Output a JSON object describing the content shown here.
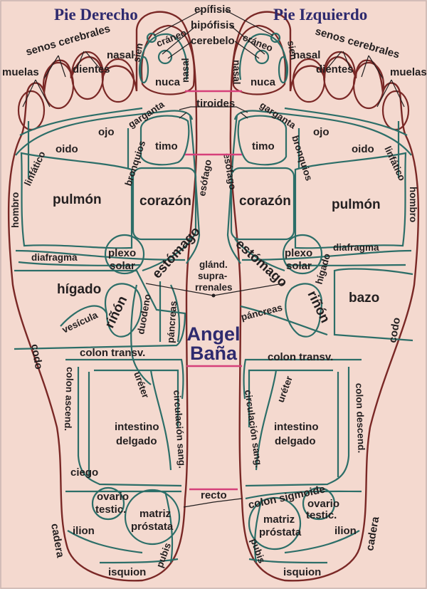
{
  "titles": {
    "right_foot": "Pie Derecho",
    "left_foot": "Pie Izquierdo"
  },
  "author": {
    "line1": "Angel",
    "line2": "Baña"
  },
  "colors": {
    "background": "#f4d9cf",
    "foot_outline": "#7a2826",
    "zones": "#2c6e68",
    "title": "#2e2a6e",
    "marker": "#d6407a",
    "text": "#231f20"
  },
  "center_labels": {
    "epifisis": "epífisis",
    "hipofisis": "hipófisis",
    "cerebelo": "cerebelo",
    "tiroides": "tiroides",
    "glandulas": [
      "glánd.",
      "supra-",
      "rrenales"
    ],
    "recto": "recto"
  },
  "right": {
    "senos": "senos cerebrales",
    "muelas": "muelas",
    "nasal_toe": "nasal",
    "dientes": "dientes",
    "sien": "sien",
    "craneo": "cráneo",
    "nuca": "nuca",
    "nasal_side": "nasal",
    "garganta": "garganta",
    "ojo": "ojo",
    "oido": "oido",
    "linfatico": "linfático",
    "bronquios": "bronquios",
    "timo": "timo",
    "esofago": "esófago",
    "hombro": "hombro",
    "pulmon": "pulmón",
    "corazon": "corazón",
    "diafragma": "diafragma",
    "plexo1": "plexo",
    "plexo2": "solar",
    "estomago": "estómago",
    "higado": "hígado",
    "vesicula": "vesícula",
    "rinon": "riñón",
    "duodeno": "duodeno",
    "pancreas": "páncreas",
    "codo": "codo",
    "colon_transv": "colon transv.",
    "colon_asc": "colon ascend.",
    "ureter": "uréter",
    "intestino1": "intestino",
    "intestino2": "delgado",
    "circulacion": "circulación sang.",
    "ciego": "ciego",
    "ovario1": "ovario",
    "ovario2": "testic.",
    "matriz1": "matriz",
    "matriz2": "próstata",
    "ilion": "ilion",
    "cadera": "cadera",
    "pubis": "pubis",
    "isquion": "isquion"
  },
  "left": {
    "senos": "senos cerebrales",
    "muelas": "muelas",
    "nasal_toe": "nasal",
    "dientes": "dientes",
    "sien": "sien",
    "craneo": "cráneo",
    "nuca": "nuca",
    "nasal_side": "nasal",
    "garganta": "garganta",
    "ojo": "ojo",
    "oido": "oido",
    "linfatico": "linfático",
    "bronquios": "bronquios",
    "timo": "timo",
    "esofago": "esófago",
    "hombro": "hombro",
    "pulmon": "pulmón",
    "corazon": "corazón",
    "diafragma": "diafragma",
    "plexo1": "plexo",
    "plexo2": "solar",
    "estomago": "estómago",
    "higado": "hígado",
    "bazo": "bazo",
    "rinon": "riñón",
    "pancreas": "páncreas",
    "codo": "codo",
    "colon_transv": "colon transv.",
    "colon_desc": "colon descend.",
    "ureter": "uréter",
    "intestino1": "intestino",
    "intestino2": "delgado",
    "circulacion": "circulación sang.",
    "colon_sigmoide": "colon sigmoide",
    "ovario1": "ovario",
    "ovario2": "testic.",
    "matriz1": "matriz",
    "matriz2": "próstata",
    "ilion": "ilion",
    "cadera": "cadera",
    "pubis": "pubis",
    "isquion": "isquion"
  }
}
